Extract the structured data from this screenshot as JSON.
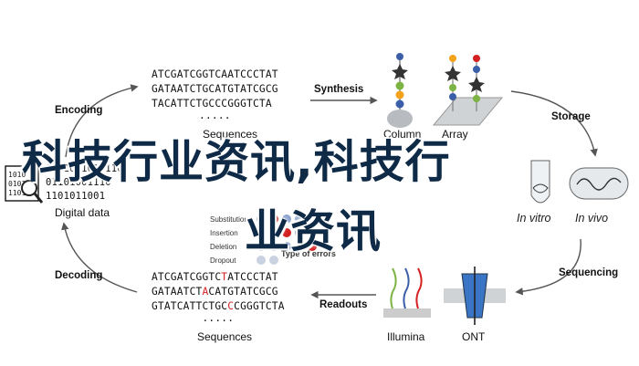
{
  "encoding": {
    "label": "Encoding",
    "sequences": [
      "ATCGATCGGTCAATCCCTAT",
      "GATAATCTGCATGTATCGCG",
      "TACATTCTGCCCGGGTCTA"
    ],
    "ellipsis": ".....",
    "caption": "Sequences"
  },
  "synthesis": {
    "label": "Synthesis",
    "column_caption": "Column",
    "array_caption": "Array"
  },
  "storage": {
    "label": "Storage",
    "invitro": "In vitro",
    "invivo": "In vivo"
  },
  "sequencing": {
    "label": "Sequencing",
    "illumina": "Illumina",
    "ont": "ONT"
  },
  "readouts": {
    "label": "Readouts"
  },
  "decoding": {
    "label": "Decoding",
    "seq1": {
      "a": "ATCGATCGGTC",
      "err": "T",
      "b": "ATCCCTAT"
    },
    "seq2": {
      "a": "GATAATCT",
      "err": "A",
      "b": "CATGTATCGCG"
    },
    "seq3": {
      "a": "GTATCATTCTGC",
      "err": "C",
      "b": "CGGGTCTA"
    },
    "ellipsis": ".....",
    "caption": "Sequences"
  },
  "digital": {
    "binary": [
      "0101001010110",
      "01101001110",
      "1101011001"
    ],
    "caption": "Digital data"
  },
  "errors": {
    "rows": [
      "Substitution",
      "Insertion",
      "Deletion",
      "Dropout"
    ],
    "title": "Type of errors"
  },
  "overlay": {
    "line1": "科技行业资讯,科技行",
    "line2": "业资讯"
  },
  "colors": {
    "arrow": "#555555",
    "error_red": "#d42020",
    "base_blue": "#3a5fa8",
    "column_gray": "#b8bcc0"
  }
}
